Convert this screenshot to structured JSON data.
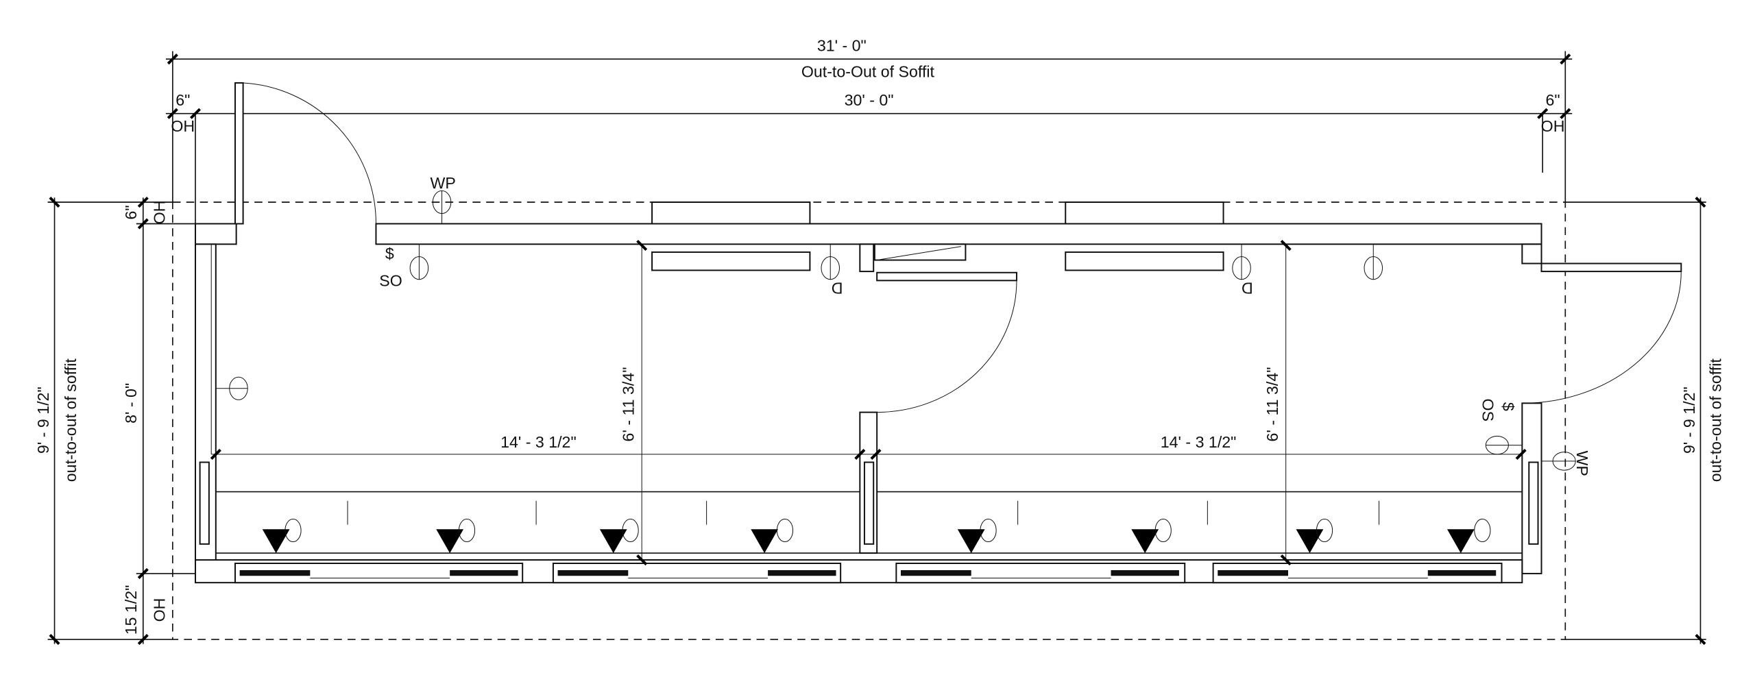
{
  "dimensions": {
    "overall_width": "31' - 0\"",
    "overall_caption": "Out-to-Out of Soffit",
    "inner_width": "30' - 0\"",
    "left_overhang": "6\"",
    "left_overhang_label": "OH",
    "right_overhang": "6\"",
    "right_overhang_label": "OH",
    "left_total_depth": "9' - 9 1/2\"",
    "left_total_caption": "out-to-out of soffit",
    "right_total_depth": "9' - 9 1/2\"",
    "right_total_caption": "out-to-out of soffit",
    "top_overhang": "6\"",
    "top_overhang_label": "OH",
    "room_depth": "8' - 0\"",
    "bottom_overhang": "15 1/2\"",
    "bottom_overhang_label": "OH",
    "room1_width": "14' - 3 1/2\"",
    "room2_width": "14' - 3 1/2\"",
    "room1_depth": "6' - 11 3/4\"",
    "room2_depth": "6' - 11 3/4\""
  },
  "symbols": {
    "wp_top": "WP",
    "so_left": "SO",
    "switch_glyph": "$",
    "d_left": "D",
    "d_right": "D",
    "os_right": "OS",
    "wp_right": "WP"
  }
}
